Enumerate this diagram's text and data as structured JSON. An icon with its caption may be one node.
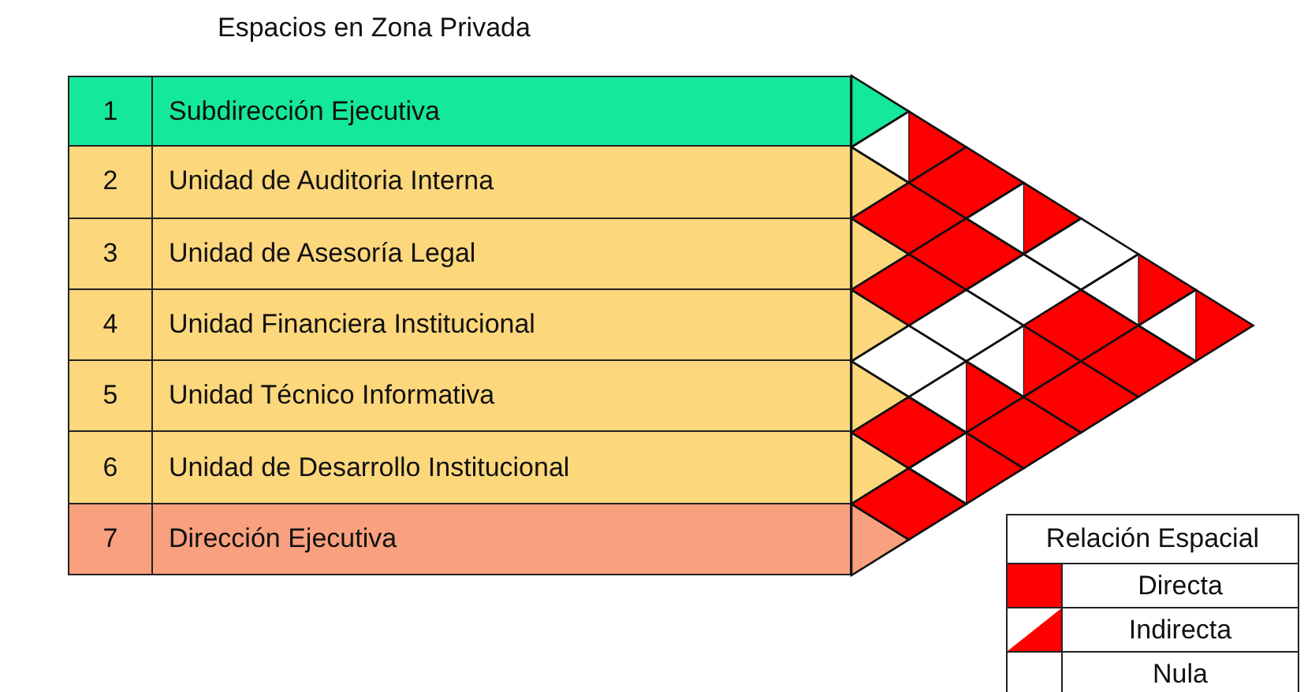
{
  "diagram": {
    "title": "Espacios en Zona Privada",
    "nodes": [
      {
        "text": [
          "1",
          "Subdirección Ejecutiva"
        ]
      },
      {
        "text": [
          "2",
          "Unidad de Auditoria Interna"
        ]
      },
      {
        "text": [
          "3",
          "Unidad de Asesoría Legal"
        ]
      },
      {
        "text": [
          "4",
          "Unidad Financiera Institucional"
        ]
      },
      {
        "text": [
          "5",
          "Unidad Técnico Informativa"
        ]
      },
      {
        "text": [
          "6",
          "Unidad de Desarrollo Institucional"
        ]
      },
      {
        "text": [
          "7",
          "Dirección Ejecutiva"
        ]
      }
    ],
    "labels": [
      "Relación Espacial"
    ],
    "legend": [
      {
        "text": "Directa",
        "color": "#ff0000"
      },
      {
        "text": "Indirecta"
      },
      {
        "text": "Nula",
        "color": "#ffffff"
      }
    ]
  }
}
